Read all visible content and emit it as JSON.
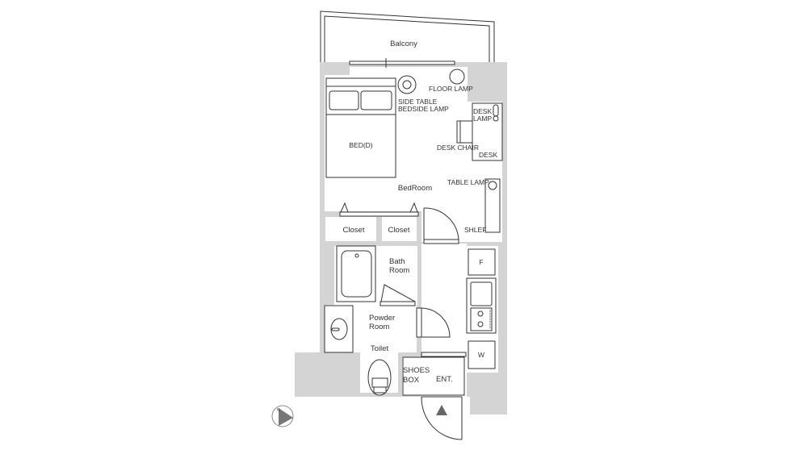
{
  "colors": {
    "wall": "#d4d4d4",
    "line": "#333333",
    "floor": "#ffffff"
  },
  "rooms": {
    "balcony": "Balcony",
    "bedroom": "BedRoom",
    "closet_1": "Closet",
    "closet_2": "Closet",
    "bath_line1": "Bath",
    "bath_line2": "Room",
    "powder_line1": "Powder",
    "powder_line2": "Room",
    "toilet": "Toilet",
    "entrance": "ENT."
  },
  "furniture": {
    "floor_lamp": "FLOOR LAMP",
    "side_table": "SIDE TABLE",
    "bedside_lamp": "BEDSIDE LAMP",
    "bed": "BED(D)",
    "desk_lamp_line1": "DESK",
    "desk_lamp_line2": "LAMP",
    "desk_chair": "DESK CHAIR",
    "desk": "DESK",
    "table_lamp": "TABLE LAMP",
    "shelf": "SHLEF",
    "fridge": "F",
    "washer": "W",
    "shoes_box_line1": "SHOES",
    "shoes_box_line2": "BOX"
  },
  "compass": {
    "label": "N",
    "icon": "north-arrow-icon"
  }
}
